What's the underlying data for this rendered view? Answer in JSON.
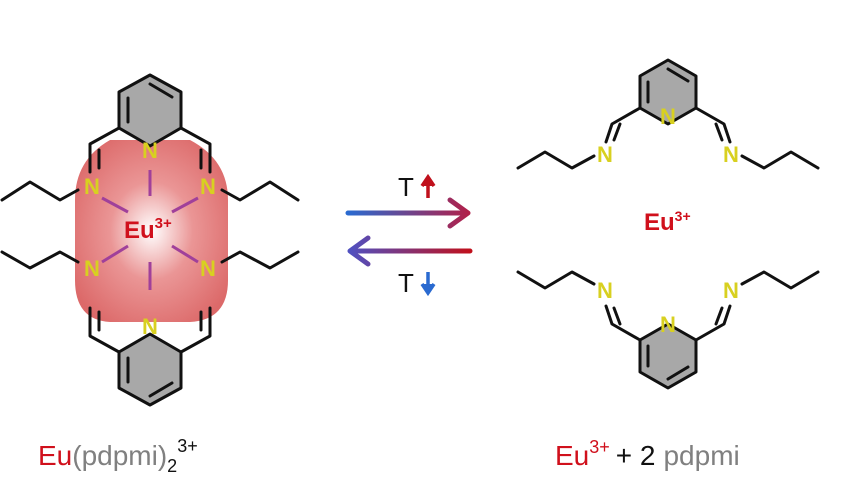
{
  "atoms": {
    "nitrogen": "N",
    "europium": "Eu",
    "charge": "3+"
  },
  "arrows": {
    "forward_label": "T",
    "reverse_label": "T",
    "forward_indicator": "up-arrow-icon",
    "reverse_indicator": "down-arrow-icon"
  },
  "labels": {
    "left": {
      "metal": "Eu",
      "open": "(",
      "ligand": "pdpmi",
      "close": ")",
      "subscript": "2",
      "superscript": "3+"
    },
    "right": {
      "metal": "Eu",
      "superscript": "3+",
      "plus": "+ 2",
      "ligand": "pdpmi"
    }
  },
  "colors": {
    "europium": "#d0101c",
    "nitrogen": "#d8d020",
    "ligand_text": "#808080",
    "heating": "#c0101c",
    "cooling": "#2a6ad0"
  }
}
